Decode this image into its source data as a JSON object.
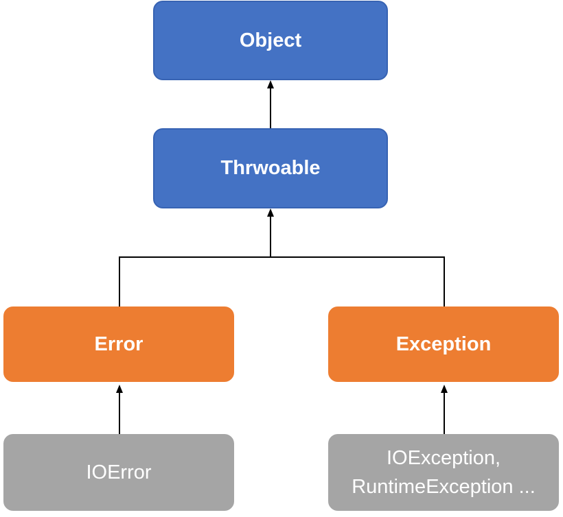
{
  "diagram": {
    "nodes": {
      "object": "Object",
      "throwable": "Thrwoable",
      "error": "Error",
      "exception": "Exception",
      "ioerror": "IOError",
      "exception_children_line1": "IOException,",
      "exception_children_line2": "RuntimeException ..."
    },
    "edges": [
      {
        "from": "throwable",
        "to": "object"
      },
      {
        "from": "error",
        "to": "throwable"
      },
      {
        "from": "exception",
        "to": "throwable"
      },
      {
        "from": "ioerror",
        "to": "error"
      },
      {
        "from": "exception_children",
        "to": "exception"
      }
    ],
    "colors": {
      "root_level": "#4472c4",
      "second_level": "#ed7d31",
      "leaf_level": "#a5a5a5",
      "text": "#ffffff",
      "connector": "#000000"
    }
  }
}
